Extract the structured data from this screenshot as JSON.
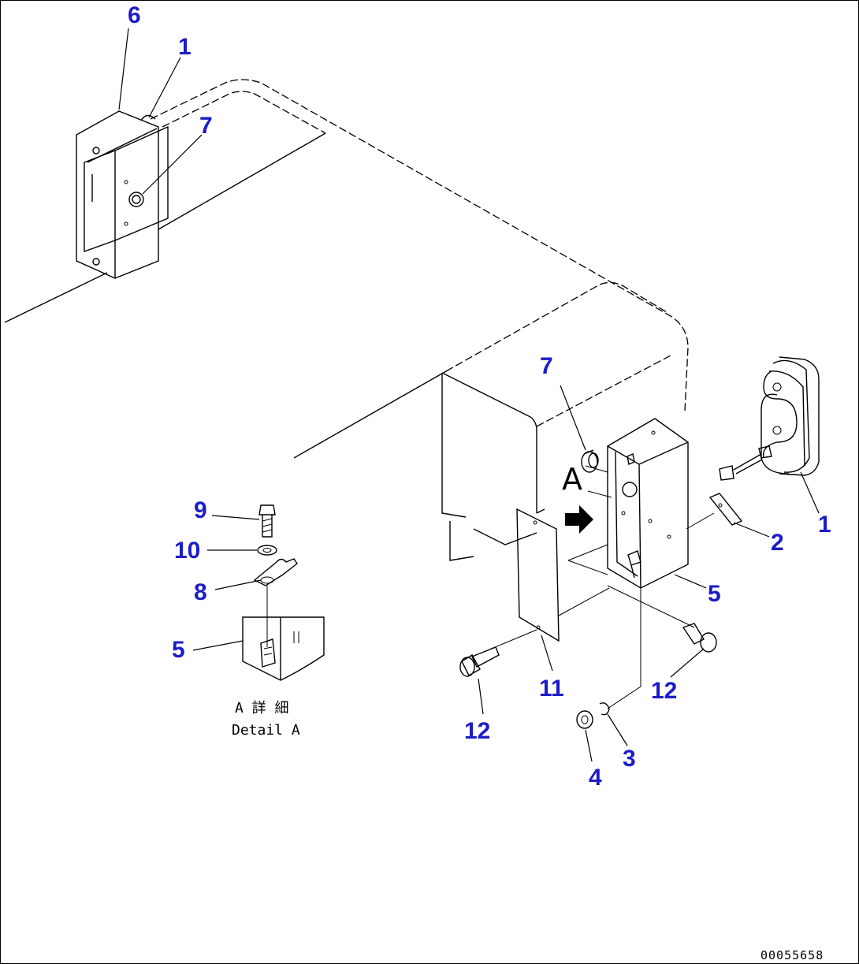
{
  "diagram": {
    "callouts": {
      "c6_top": "6",
      "c1_top": "1",
      "c7_top": "7",
      "c7_mid": "7",
      "c1_right": "1",
      "c2": "2",
      "c5_right": "5",
      "c12_right": "12",
      "c11": "11",
      "c12_left": "12",
      "c4": "4",
      "c3": "3",
      "c9": "9",
      "c10": "10",
      "c8": "8",
      "c5_detail": "5"
    },
    "view_marker": "A",
    "detail_caption_jp": "A 詳 細",
    "detail_caption_en": "Detail A",
    "document_number": "00055658",
    "callout_color": "#1c1cc8"
  }
}
